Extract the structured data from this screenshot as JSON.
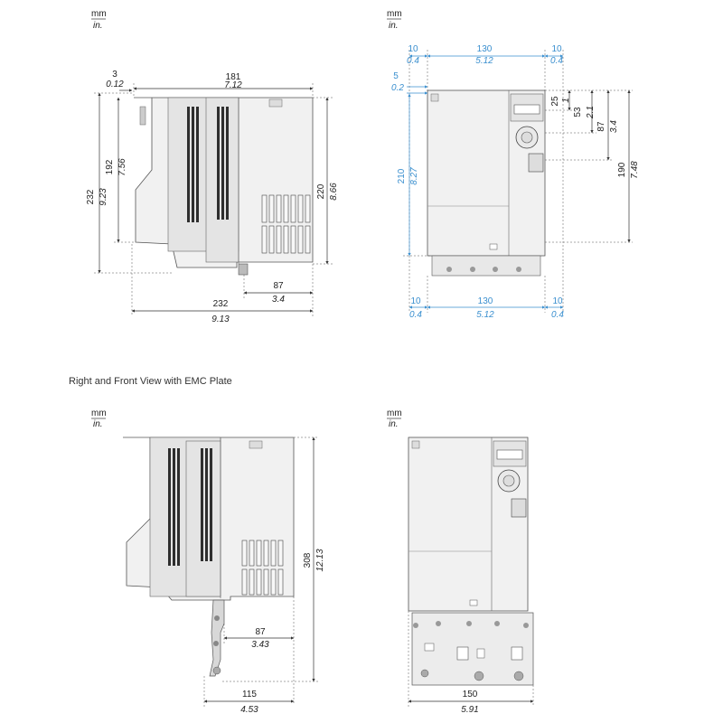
{
  "units": {
    "metric": "mm",
    "imperial": "in."
  },
  "section_title": "Right and Front View with EMC Plate",
  "views": {
    "side": {
      "depth_top": [
        "181",
        "7.12"
      ],
      "offset_top": [
        "3",
        "0.12"
      ],
      "height_total": [
        "232",
        "9.23"
      ],
      "height_inner": [
        "192",
        "7.56"
      ],
      "height_right": [
        "220",
        "8.66"
      ],
      "depth_bottom": [
        "87",
        "3.4"
      ],
      "depth_total": [
        "232",
        "9.13"
      ]
    },
    "front": {
      "margin_left_top": [
        "10",
        "0.4"
      ],
      "width_top": [
        "130",
        "5.12"
      ],
      "margin_right_top": [
        "10",
        "0.4"
      ],
      "margin_top": [
        "5",
        "0.2"
      ],
      "height_left": [
        "210",
        "8.27"
      ],
      "d_25": [
        "25",
        "1"
      ],
      "d_53": [
        "53",
        "2.1"
      ],
      "d_87": [
        "87",
        "3.4"
      ],
      "d_190": [
        "190",
        "7.48"
      ],
      "margin_left_bottom": [
        "10",
        "0.4"
      ],
      "width_bottom": [
        "130",
        "5.12"
      ],
      "margin_right_bottom": [
        "10",
        "0.4"
      ]
    },
    "side_emc": {
      "height_total": [
        "308",
        "12.13"
      ],
      "depth_mid": [
        "87",
        "3.43"
      ],
      "depth_bottom": [
        "115",
        "4.53"
      ]
    },
    "front_emc": {
      "width": [
        "150",
        "5.91"
      ]
    }
  },
  "colors": {
    "line": "#333333",
    "accent": "#3a8fcf",
    "body": "#f1f1f1"
  }
}
